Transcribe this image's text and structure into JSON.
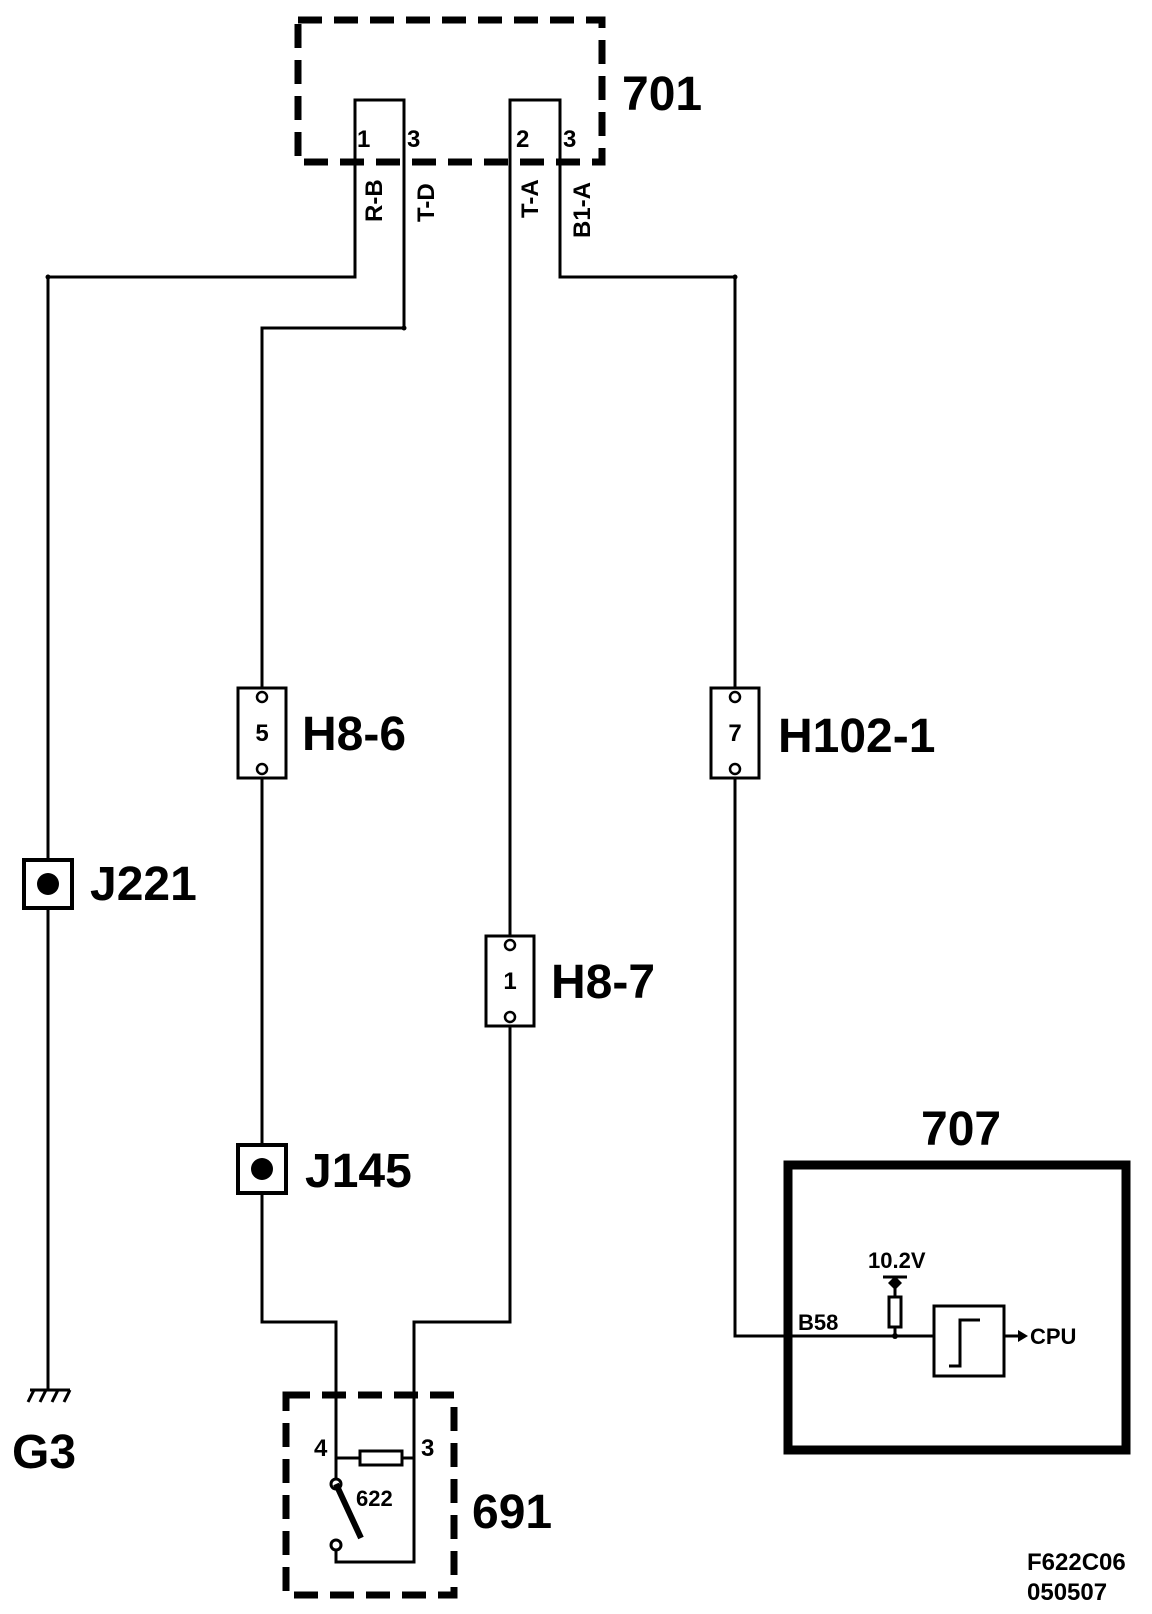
{
  "components": {
    "top_module": "701",
    "ecu": "707",
    "switch_module": "691",
    "switch_part": "622"
  },
  "top_pins": {
    "p1": "1",
    "p3a": "3",
    "p2": "2",
    "p3b": "3"
  },
  "wire_colors": {
    "w1": "R-B",
    "w2": "T-D",
    "w3": "T-A",
    "w4": "B1-A"
  },
  "connectors": {
    "h8_6": {
      "label": "H8-6",
      "pin": "5"
    },
    "h102_1": {
      "label": "H102-1",
      "pin": "7"
    },
    "h8_7": {
      "label": "H8-7",
      "pin": "1"
    }
  },
  "splices": {
    "j221": "J221",
    "j145": "J145"
  },
  "ground": "G3",
  "ecu_detail": {
    "voltage": "10.2V",
    "pin": "B58",
    "output": "CPU"
  },
  "switch_pins": {
    "left": "4",
    "right": "3"
  },
  "figure_ref": {
    "line1": "F622C06",
    "line2": "050507"
  }
}
